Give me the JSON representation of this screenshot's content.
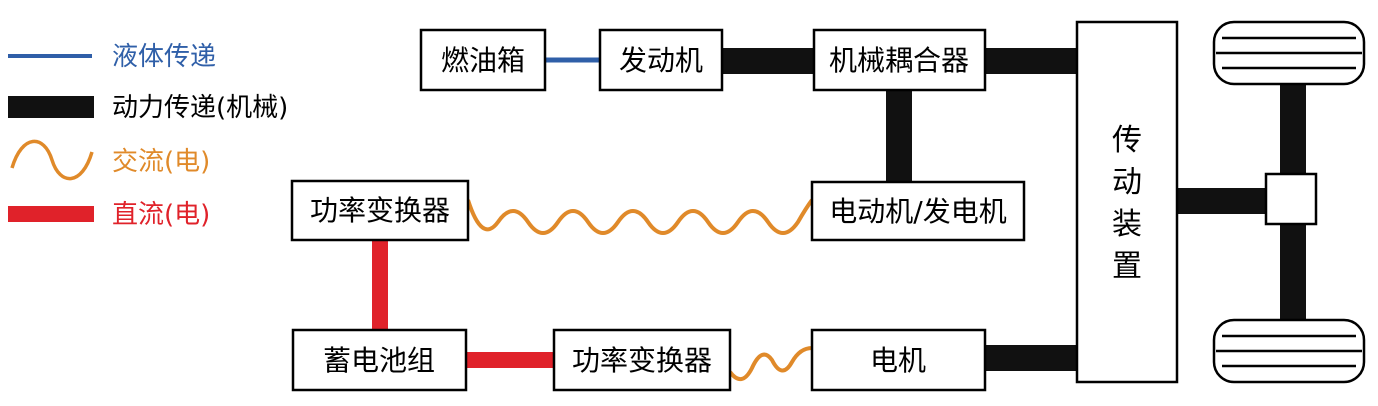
{
  "colors": {
    "liquid": "#2f5fa8",
    "mechanical": "#111111",
    "ac": "#e08a2a",
    "dc": "#e0222a"
  },
  "legend": {
    "liquid": "液体传递",
    "mechanical": "动力传递(机械)",
    "ac": "交流(电)",
    "dc": "直流(电)"
  },
  "blocks": {
    "fuel_tank": "燃油箱",
    "engine": "发动机",
    "coupler": "机械耦合器",
    "motor_generator": "电动机/发电机",
    "converter_top": "功率变换器",
    "battery": "蓄电池组",
    "converter_bottom": "功率变换器",
    "motor": "电机",
    "transmission": [
      "传",
      "动",
      "装",
      "置"
    ]
  }
}
